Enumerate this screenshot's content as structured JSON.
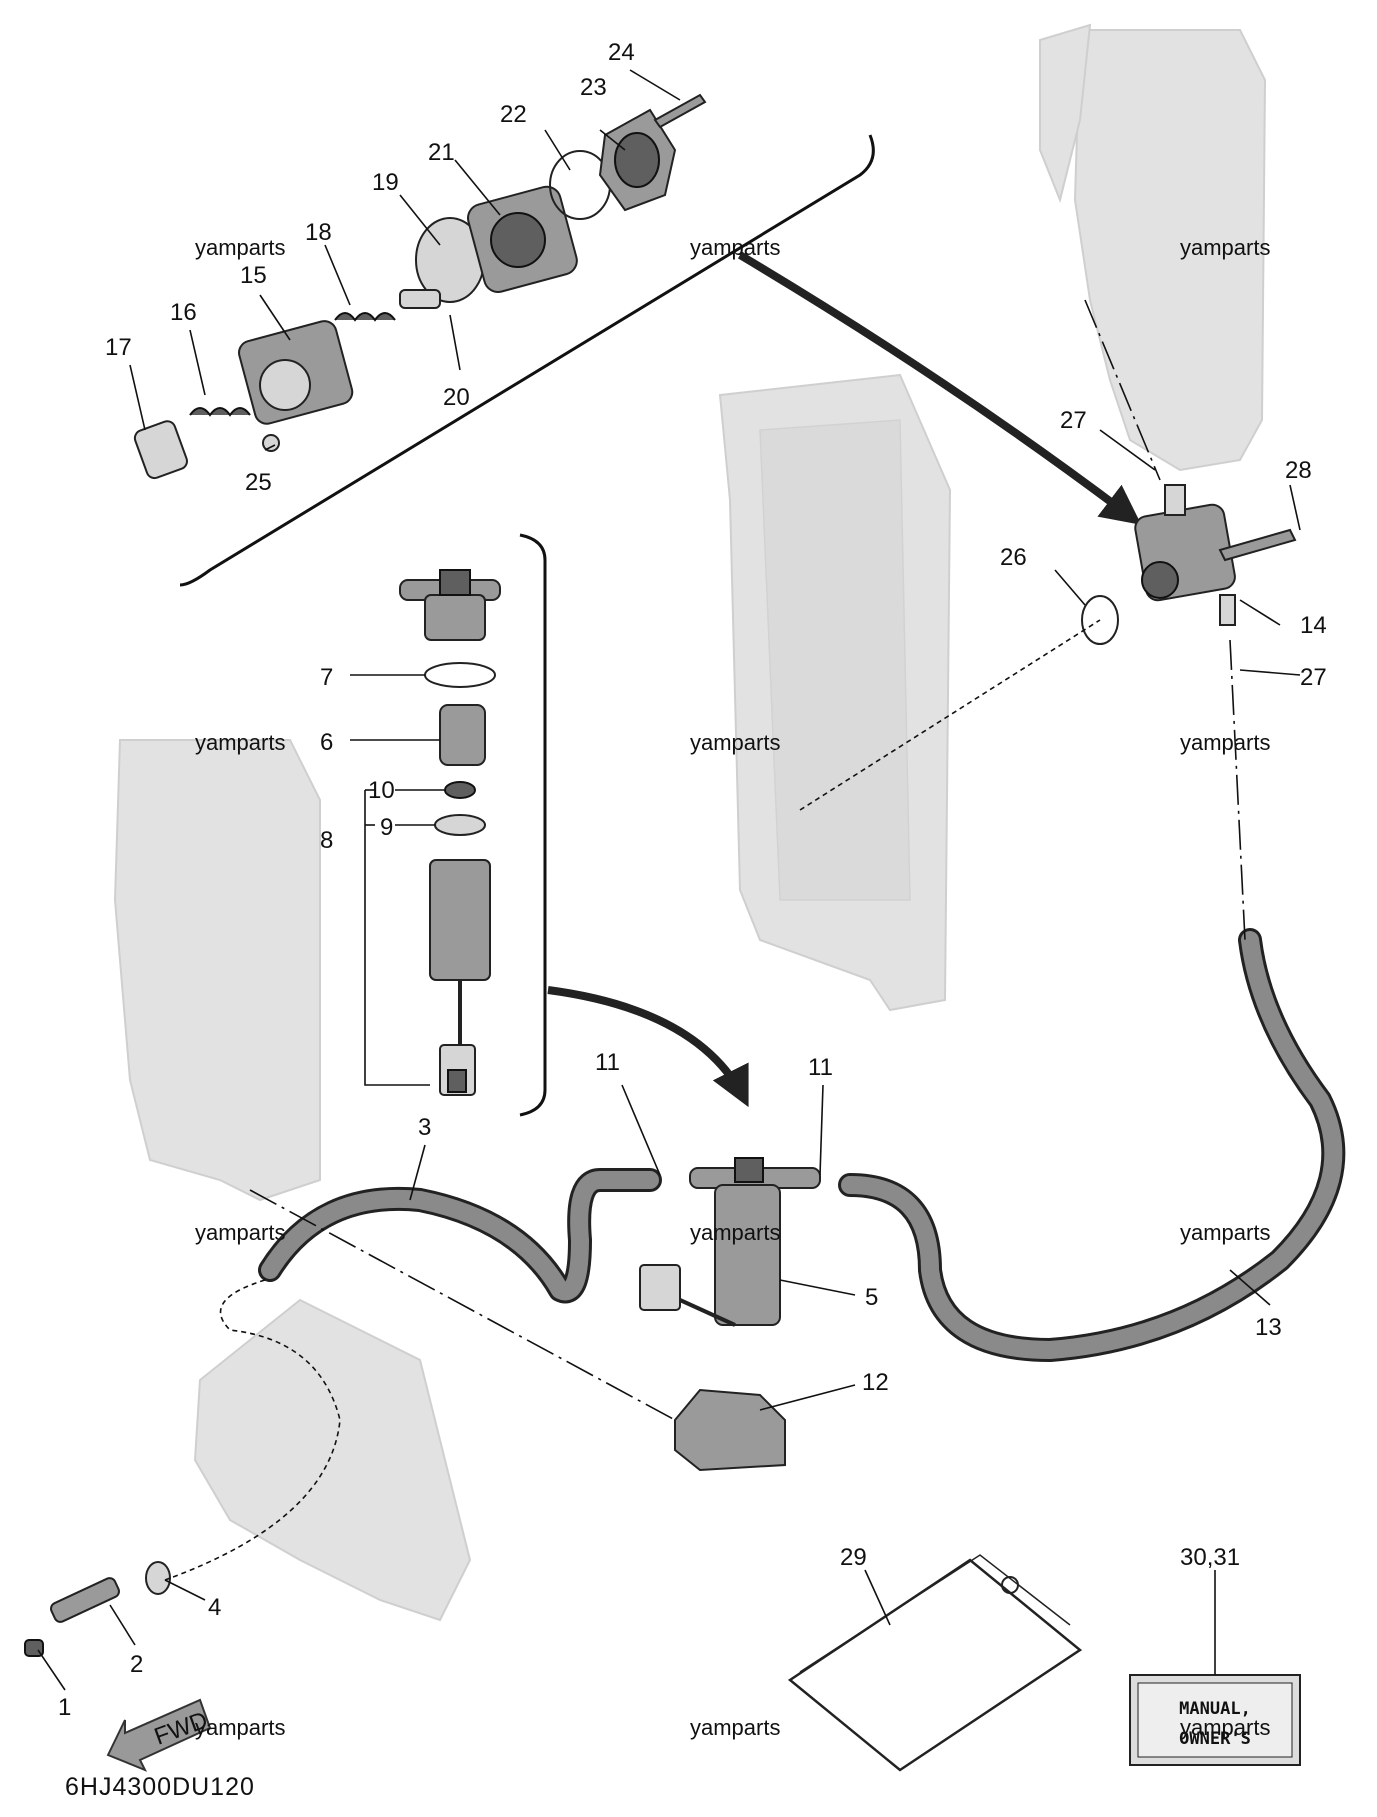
{
  "diagram": {
    "part_code": "6HJ4300DU120",
    "fwd_label": "FWD",
    "manual_label_line1": "MANUAL,",
    "manual_label_line2": "OWNER'S",
    "watermarks": [
      "yamparts",
      "yamparts",
      "yamparts",
      "yamparts",
      "yamparts",
      "yamparts",
      "yamparts",
      "yamparts",
      "yamparts",
      "yamparts",
      "yamparts",
      "yamparts"
    ],
    "callouts": [
      "24",
      "23",
      "22",
      "21",
      "19",
      "18",
      "15",
      "16",
      "17",
      "20",
      "25",
      "27",
      "28",
      "26",
      "14",
      "27",
      "7",
      "6",
      "10",
      "9",
      "8",
      "11",
      "11",
      "3",
      "5",
      "13",
      "12",
      "4",
      "2",
      "1",
      "29",
      "30,31"
    ]
  }
}
